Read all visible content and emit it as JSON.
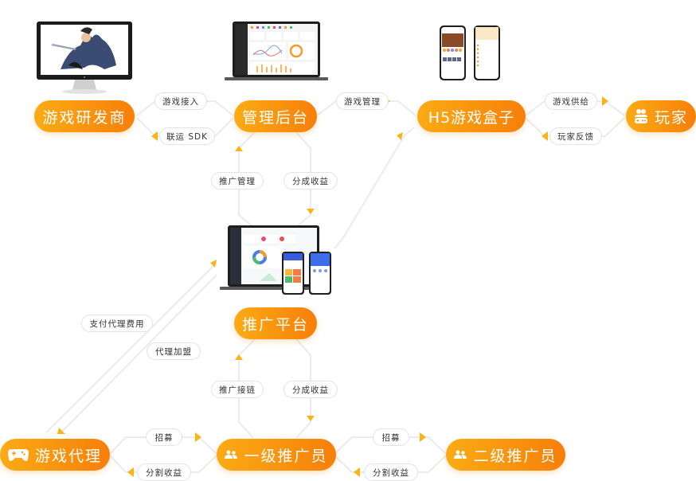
{
  "colors": {
    "node_gradient_start": "#fbab14",
    "node_gradient_end": "#f77f0a",
    "arrow": "#fbb316",
    "connector": "#e8e8e8",
    "pill_border": "#e3e3e3",
    "pill_text": "#333333"
  },
  "nodes": {
    "developer": {
      "label": "游戏研发商"
    },
    "admin": {
      "label": "管理后台"
    },
    "h5box": {
      "label": "H5游戏盒子"
    },
    "player": {
      "label": "玩家",
      "icon": "player-group-icon"
    },
    "promo_platform": {
      "label": "推广平台"
    },
    "agent": {
      "label": "游戏代理",
      "icon": "gamepad-icon"
    },
    "promoter1": {
      "label": "一级推广员",
      "icon": "users-icon"
    },
    "promoter2": {
      "label": "二级推广员",
      "icon": "users-icon"
    }
  },
  "edges": {
    "game_access": "游戏接入",
    "joint_sdk": "联运 SDK",
    "game_management": "游戏管理",
    "game_supply": "游戏供给",
    "player_feedback": "玩家反馈",
    "promo_management": "推广管理",
    "revenue_share_1": "分成收益",
    "pay_agent_fee": "支付代理费用",
    "agent_join": "代理加盟",
    "promo_link": "推广接链",
    "revenue_share_2": "分成收益",
    "recruit_1": "招募",
    "split_revenue_1": "分割收益",
    "recruit_2": "招募",
    "split_revenue_2": "分割收益"
  },
  "devices": {
    "developer_monitor": "desktop-monitor-game-art",
    "admin_laptop": "laptop-dashboard",
    "h5_phones": "two-phones-app",
    "promo_devices": "laptop-and-phones-dashboard"
  }
}
